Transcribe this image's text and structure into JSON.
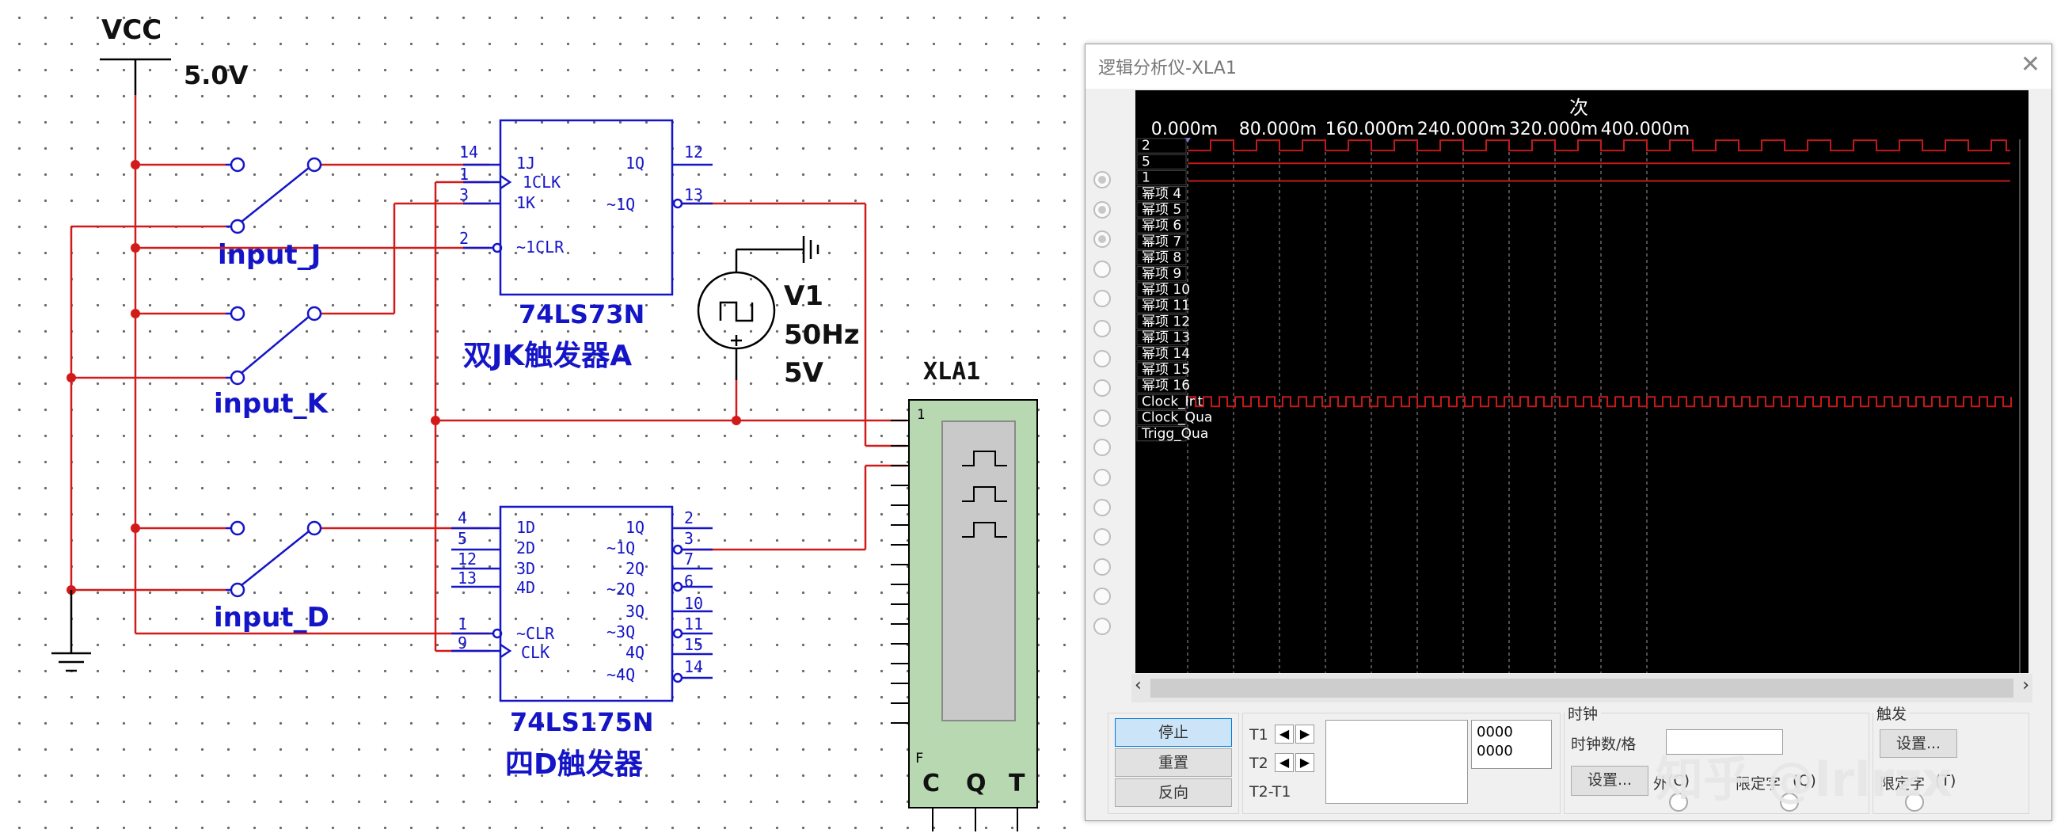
{
  "schematic": {
    "vcc_label": "VCC",
    "vcc_value": "5.0V",
    "switches": [
      "input_J",
      "input_K",
      "input_D"
    ],
    "ic1": {
      "name": "74LS73N",
      "desc": "双JK触发器A",
      "pins_left": [
        {
          "num": "14",
          "name": "1J"
        },
        {
          "num": "1",
          "name": "1CLK"
        },
        {
          "num": "3",
          "name": "1K"
        },
        {
          "num": "2",
          "name": "~1CLR"
        }
      ],
      "pins_right": [
        {
          "num": "12",
          "name": "1Q"
        },
        {
          "num": "13",
          "name": "~1Q"
        }
      ]
    },
    "ic2": {
      "name": "74LS175N",
      "desc": "四D触发器",
      "pins_left": [
        {
          "num": "4",
          "name": "1D"
        },
        {
          "num": "5",
          "name": "2D"
        },
        {
          "num": "12",
          "name": "3D"
        },
        {
          "num": "13",
          "name": "4D"
        },
        {
          "num": "1",
          "name": "~CLR"
        },
        {
          "num": "9",
          "name": "CLK"
        }
      ],
      "pins_right": [
        {
          "num": "2",
          "name": "1Q"
        },
        {
          "num": "3",
          "name": "~1Q"
        },
        {
          "num": "7",
          "name": "2Q"
        },
        {
          "num": "6",
          "name": "~2Q"
        },
        {
          "num": "10",
          "name": "3Q"
        },
        {
          "num": "11",
          "name": "~3Q"
        },
        {
          "num": "15",
          "name": "4Q"
        },
        {
          "num": "14",
          "name": "~4Q"
        }
      ]
    },
    "source": {
      "name": "V1",
      "freq": "50Hz",
      "amp": "5V"
    },
    "analyzer": {
      "name": "XLA1",
      "pin1": "1",
      "pinF": "F",
      "bottom_pins": [
        "C",
        "Q",
        "T"
      ]
    }
  },
  "window": {
    "title": "逻辑分析仪-XLA1",
    "scope": {
      "header": "次",
      "time_labels": [
        "0.000m",
        "80.000m",
        "160.000m",
        "240.000m",
        "320.000m",
        "400.000m"
      ],
      "channels": [
        "2",
        "5",
        "1",
        "幂项 4",
        "幂项 5",
        "幂项 6",
        "幂项 7",
        "幂项 8",
        "幂项 9",
        "幂项 10",
        "幂项 11",
        "幂项 12",
        "幂项 13",
        "幂项 14",
        "幂项 15",
        "幂项 16",
        "Clock_Int",
        "Clock_Qua",
        "Trigg_Qua"
      ],
      "trace_color": "#c21a1a",
      "cursor_color": "#8a6fc8"
    },
    "controls": {
      "stop": "停止",
      "reset": "重置",
      "reverse": "反向",
      "t1": "T1",
      "t2": "T2",
      "t2t1": "T2-T1",
      "t1_value": "0000",
      "t2_value": "0000"
    },
    "clock": {
      "title": "时钟",
      "per_div_label": "时钟数/格",
      "set_button": "设置...",
      "external": "外",
      "c_label": "(C)"
    },
    "trigger": {
      "title": "触发",
      "set_button": "设置...",
      "qualifier": "限定字",
      "q_label": "(Q)",
      "qualifier2": "限定字",
      "t_label": "(T)"
    },
    "watermark": "知乎 @lrlrzx"
  }
}
